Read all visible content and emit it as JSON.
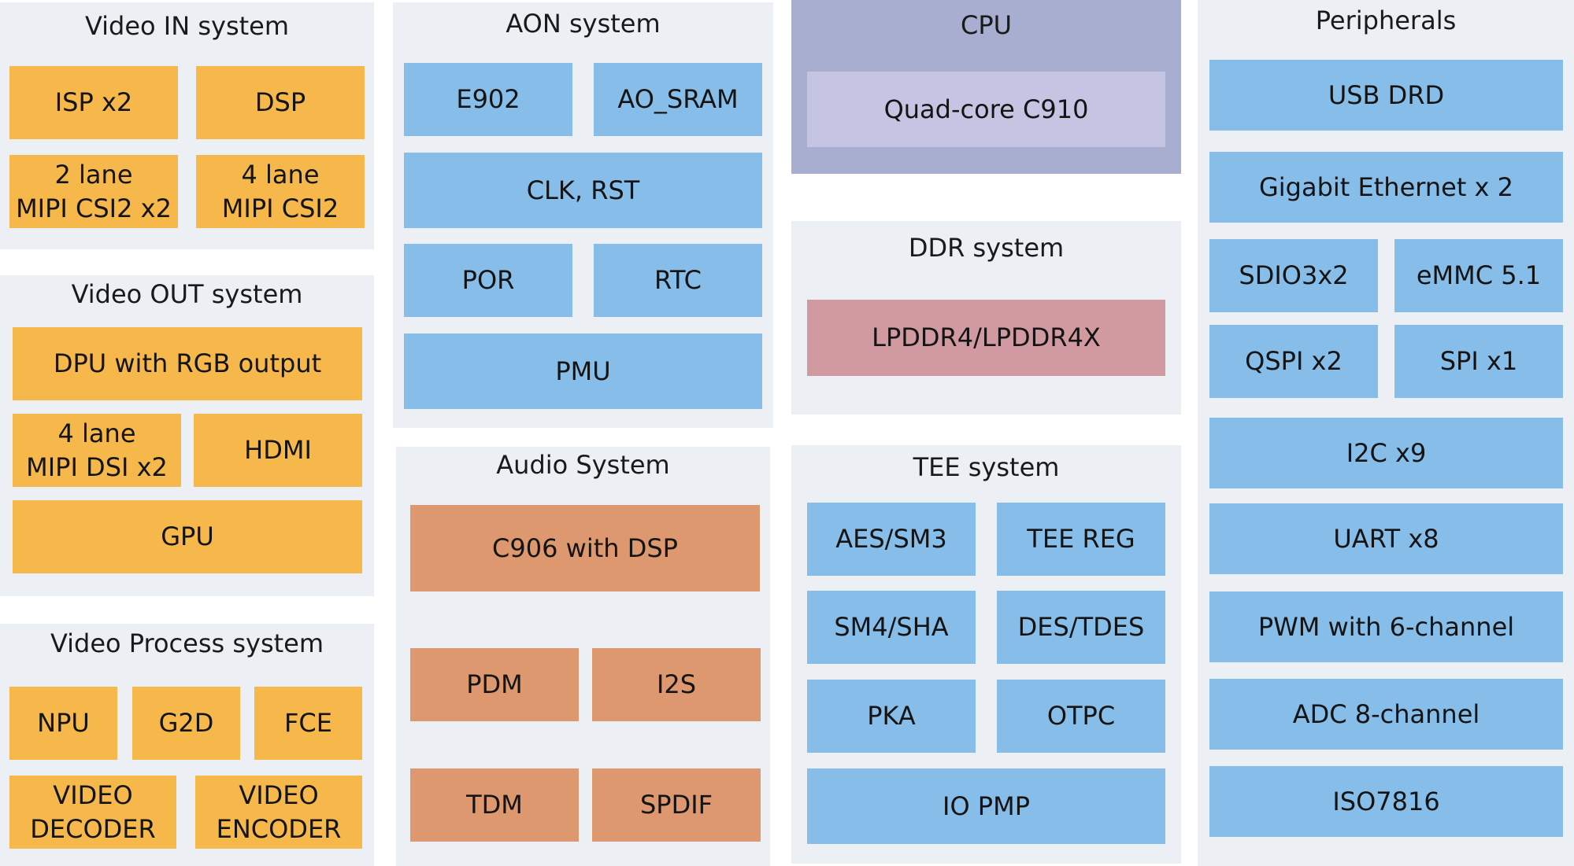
{
  "colors": {
    "panel_bg": "#eceff3",
    "cpu_panel_bg": "#a8aed0",
    "video_block": "#f6b84b",
    "aon_block": "#87bde9",
    "audio_block": "#de9870",
    "ddr_block": "#d19aa0",
    "cpu_block": "#c5c5e3"
  },
  "video_in": {
    "title": "Video IN system",
    "isp": "ISP x2",
    "dsp": "DSP",
    "csi2x2": "2 lane\nMIPI CSI2 x2",
    "csi4": "4 lane\nMIPI CSI2"
  },
  "video_out": {
    "title": "Video OUT system",
    "dpu": "DPU with RGB output",
    "dsi": "4 lane\nMIPI DSI x2",
    "hdmi": "HDMI",
    "gpu": "GPU"
  },
  "video_process": {
    "title": "Video Process system",
    "npu": "NPU",
    "g2d": "G2D",
    "fce": "FCE",
    "decoder": "VIDEO\nDECODER",
    "encoder": "VIDEO\nENCODER"
  },
  "aon": {
    "title": "AON system",
    "e902": "E902",
    "ao_sram": "AO_SRAM",
    "clk_rst": "CLK, RST",
    "por": "POR",
    "rtc": "RTC",
    "pmu": "PMU"
  },
  "audio": {
    "title": "Audio System",
    "c906": "C906 with DSP",
    "pdm": "PDM",
    "i2s": "I2S",
    "tdm": "TDM",
    "spdif": "SPDIF"
  },
  "cpu": {
    "title": "CPU",
    "core": "Quad-core C910"
  },
  "ddr": {
    "title": "DDR system",
    "lpddr": "LPDDR4/LPDDR4X"
  },
  "tee": {
    "title": "TEE system",
    "aes": "AES/SM3",
    "tee_reg": "TEE REG",
    "sm4": "SM4/SHA",
    "des": "DES/TDES",
    "pka": "PKA",
    "otpc": "OTPC",
    "io_pmp": "IO PMP"
  },
  "peripherals": {
    "title": "Peripherals",
    "usb": "USB DRD",
    "gbe": "Gigabit Ethernet x 2",
    "sdio": "SDIO3x2",
    "emmc": "eMMC 5.1",
    "qspi": "QSPI x2",
    "spi": "SPI x1",
    "i2c": "I2C x9",
    "uart": "UART x8",
    "pwm": "PWM with 6-channel",
    "adc": "ADC 8-channel",
    "iso": "ISO7816"
  }
}
